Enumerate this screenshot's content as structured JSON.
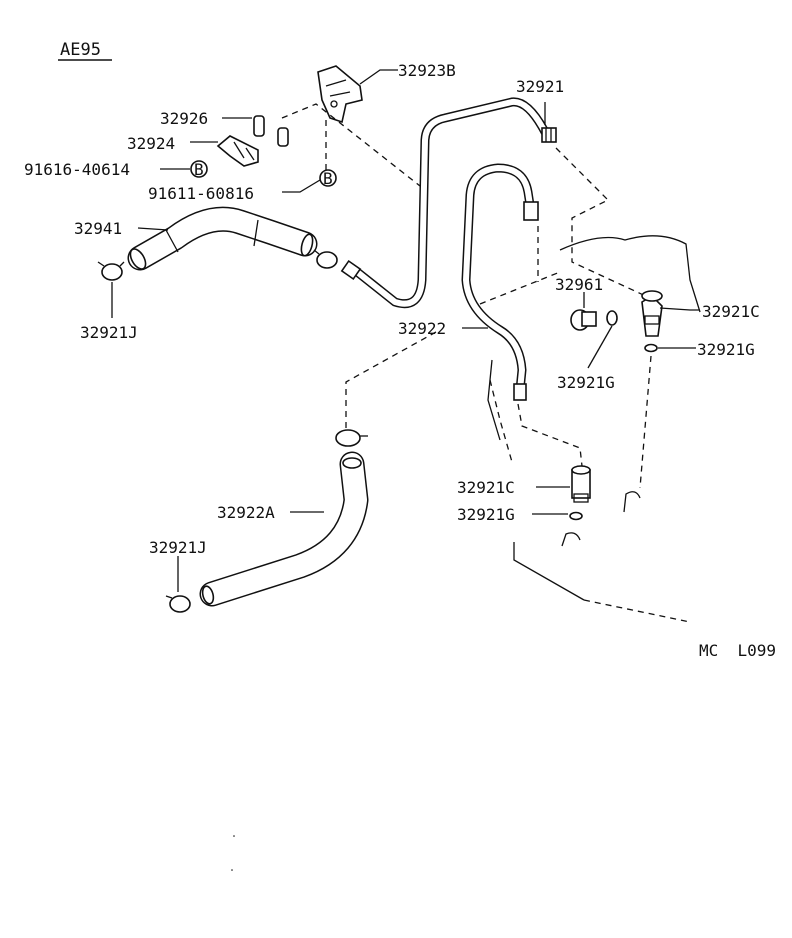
{
  "header": {
    "model": "AE95"
  },
  "labels": {
    "p32923B": "32923B",
    "p32921": "32921",
    "p32926": "32926",
    "p32924": "32924",
    "p91616": "91616-40614",
    "p91611": "91611-60816",
    "p32941": "32941",
    "p32921J_top": "32921J",
    "p32961": "32961",
    "p32921C_right": "32921C",
    "p32921G_right": "32921G",
    "p32922": "32922",
    "p32921G_mid": "32921G",
    "p32921C_low": "32921C",
    "p32921G_low": "32921G",
    "p32922A": "32922A",
    "p32921J_low": "32921J"
  },
  "callouts": {
    "bolt_b1": "B",
    "bolt_b2": "B"
  },
  "footer": {
    "code": "MC  L099"
  },
  "icons": [
    "hose-clamp-icon",
    "bolt-b-marker-icon",
    "union-fitting-icon",
    "gasket-ring-icon"
  ]
}
